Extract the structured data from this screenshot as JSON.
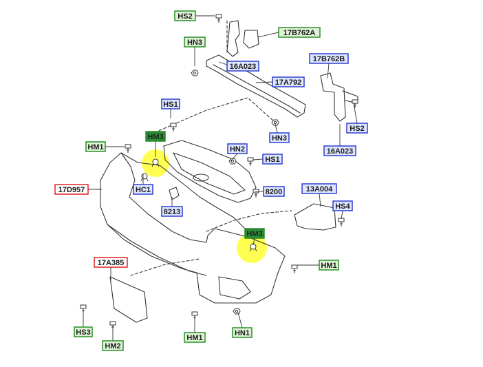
{
  "callouts": [
    {
      "text": "HS2",
      "type": "green"
    },
    {
      "text": "17B762A",
      "type": "green"
    },
    {
      "text": "HN3",
      "type": "green"
    },
    {
      "text": "16A023",
      "type": "blue"
    },
    {
      "text": "17B762B",
      "type": "blue"
    },
    {
      "text": "17A792",
      "type": "blue"
    },
    {
      "text": "HS1",
      "type": "blue"
    },
    {
      "text": "HM3",
      "type": "darkgreen"
    },
    {
      "text": "HN3",
      "type": "blue"
    },
    {
      "text": "HS2",
      "type": "blue"
    },
    {
      "text": "HM1",
      "type": "green"
    },
    {
      "text": "HN2",
      "type": "blue"
    },
    {
      "text": "HS1",
      "type": "blue"
    },
    {
      "text": "16A023",
      "type": "blue"
    },
    {
      "text": "17D957",
      "type": "red"
    },
    {
      "text": "HC1",
      "type": "blue"
    },
    {
      "text": "8200",
      "type": "blue"
    },
    {
      "text": "13A004",
      "type": "blue"
    },
    {
      "text": "HS4",
      "type": "blue"
    },
    {
      "text": "8213",
      "type": "blue"
    },
    {
      "text": "HM3",
      "type": "darkgreen"
    },
    {
      "text": "17A385",
      "type": "red"
    },
    {
      "text": "HM1",
      "type": "green"
    },
    {
      "text": "HS3",
      "type": "green"
    },
    {
      "text": "HM2",
      "type": "green"
    },
    {
      "text": "HM1",
      "type": "green"
    },
    {
      "text": "HN1",
      "type": "green"
    }
  ],
  "colors": {
    "green_fill": "#dff2d6",
    "green_border": "#1a8a1a",
    "blue_fill": "#dde6ff",
    "blue_border": "#2233cc",
    "red_fill": "#ffffff",
    "red_border": "#dd1111",
    "darkgreen_fill": "#2f8a3a",
    "darkgreen_text": "#1a2a1a",
    "highlight": "#ffff33",
    "line": "#333333"
  }
}
